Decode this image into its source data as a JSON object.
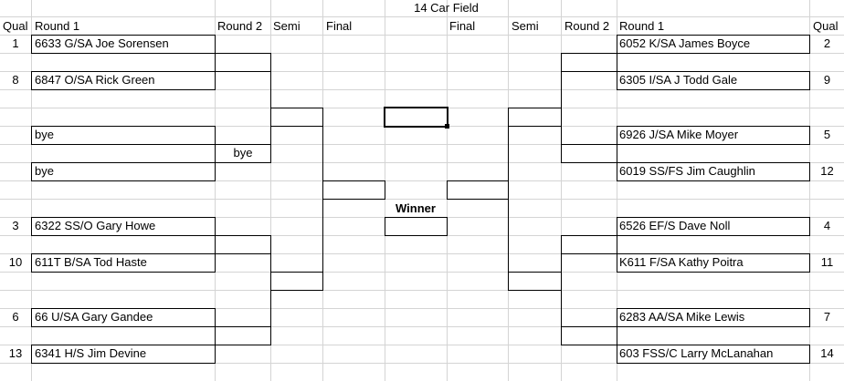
{
  "title": "14 Car Field",
  "headers": {
    "left": {
      "qual": "Qual",
      "round1": "Round 1",
      "round2": "Round 2",
      "semi": "Semi",
      "final": "Final"
    },
    "right": {
      "final": "Final",
      "semi": "Semi",
      "round2": "Round 2",
      "round1": "Round 1",
      "qual": "Qual"
    }
  },
  "left_entries": [
    {
      "qual": "1",
      "name": "6633 G/SA Joe Sorensen"
    },
    {
      "qual": "8",
      "name": "6847 O/SA Rick Green"
    },
    {
      "qual": "",
      "name": "bye"
    },
    {
      "qual": "",
      "name": "bye"
    },
    {
      "qual": "3",
      "name": "6322 SS/O Gary Howe"
    },
    {
      "qual": "10",
      "name": "611T B/SA Tod Haste"
    },
    {
      "qual": "6",
      "name": "66 U/SA Gary Gandee"
    },
    {
      "qual": "13",
      "name": "6341 H/S Jim Devine"
    }
  ],
  "round2_bye": "bye",
  "right_entries": [
    {
      "qual": "2",
      "name": "6052 K/SA James Boyce"
    },
    {
      "qual": "9",
      "name": "6305 I/SA J Todd Gale"
    },
    {
      "qual": "5",
      "name": "6926 J/SA Mike Moyer"
    },
    {
      "qual": "12",
      "name": "6019 SS/FS Jim Caughlin"
    },
    {
      "qual": "4",
      "name": "6526 EF/S Dave Noll"
    },
    {
      "qual": "11",
      "name": "K611 F/SA Kathy Poitra"
    },
    {
      "qual": "7",
      "name": "6283 AA/SA Mike Lewis"
    },
    {
      "qual": "14",
      "name": "603 FSS/C Larry McLanahan"
    }
  ],
  "winner_label": "Winner"
}
